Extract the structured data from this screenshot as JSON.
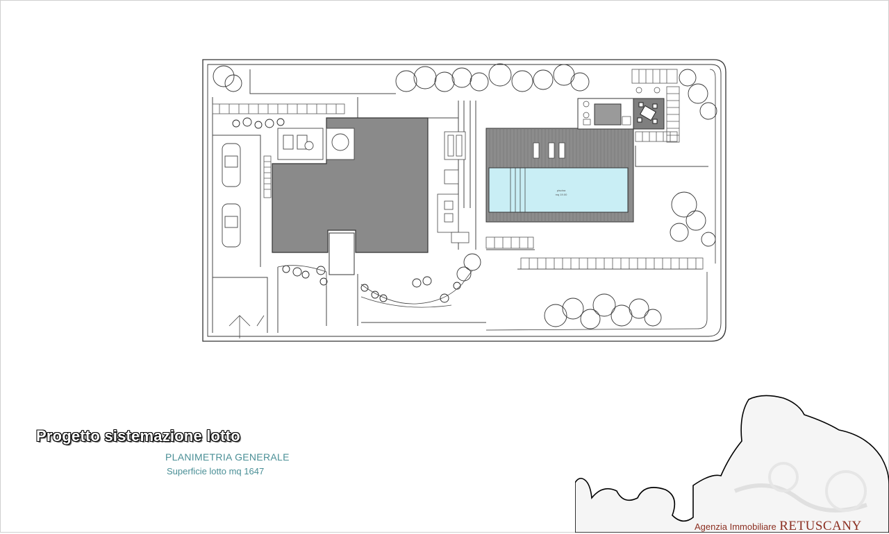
{
  "project_title": "Progetto sistemazione lotto",
  "plan_subtitle": "PLANIMETRIA GENERALE",
  "lot_area": "Superficie lotto mq 1647",
  "agency": {
    "prefix": "Agenzia Immobiliare",
    "name": "RETUSCANY"
  },
  "colors": {
    "subtitle": "#4a8f96",
    "brand": "#8b2e20",
    "building": "#8a8a8a",
    "pool_water": "#c9eef5",
    "deck": "#8c8c8c"
  }
}
